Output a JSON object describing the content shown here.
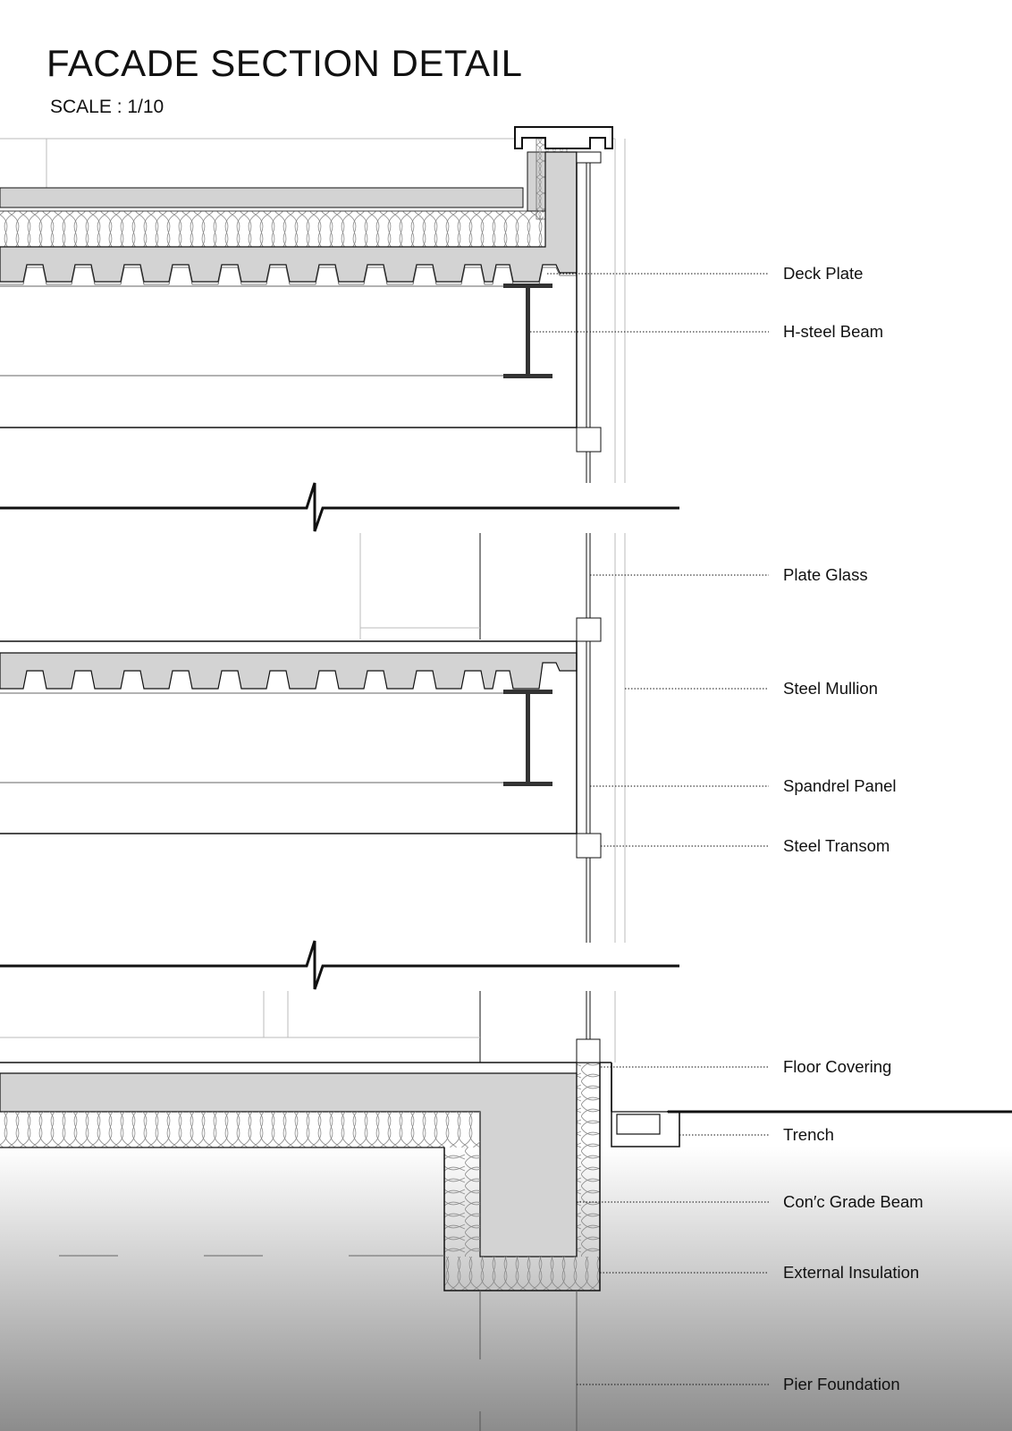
{
  "sheet": {
    "title": "FACADE SECTION DETAIL",
    "scale": "SCALE : 1/10"
  },
  "callouts": [
    {
      "id": "deck-plate",
      "label": "Deck Plate"
    },
    {
      "id": "h-steel-beam",
      "label": "H-steel Beam"
    },
    {
      "id": "plate-glass",
      "label": "Plate Glass"
    },
    {
      "id": "steel-mullion",
      "label": "Steel Mullion"
    },
    {
      "id": "spandrel-panel",
      "label": "Spandrel Panel"
    },
    {
      "id": "steel-transom",
      "label": "Steel Transom"
    },
    {
      "id": "floor-covering",
      "label": "Floor Covering"
    },
    {
      "id": "trench",
      "label": "Trench"
    },
    {
      "id": "conc-grade-beam",
      "label": "Con′c Grade Beam"
    },
    {
      "id": "external-insulation",
      "label": "External Insulation"
    },
    {
      "id": "pier-foundation",
      "label": "Pier Foundation"
    }
  ],
  "colors": {
    "line": "#111111",
    "concrete_fill": "#d3d3d3",
    "insulation_stroke": "#8a8a8a",
    "ground_top": "#ffffff",
    "ground_bottom": "#8c8c8c"
  }
}
